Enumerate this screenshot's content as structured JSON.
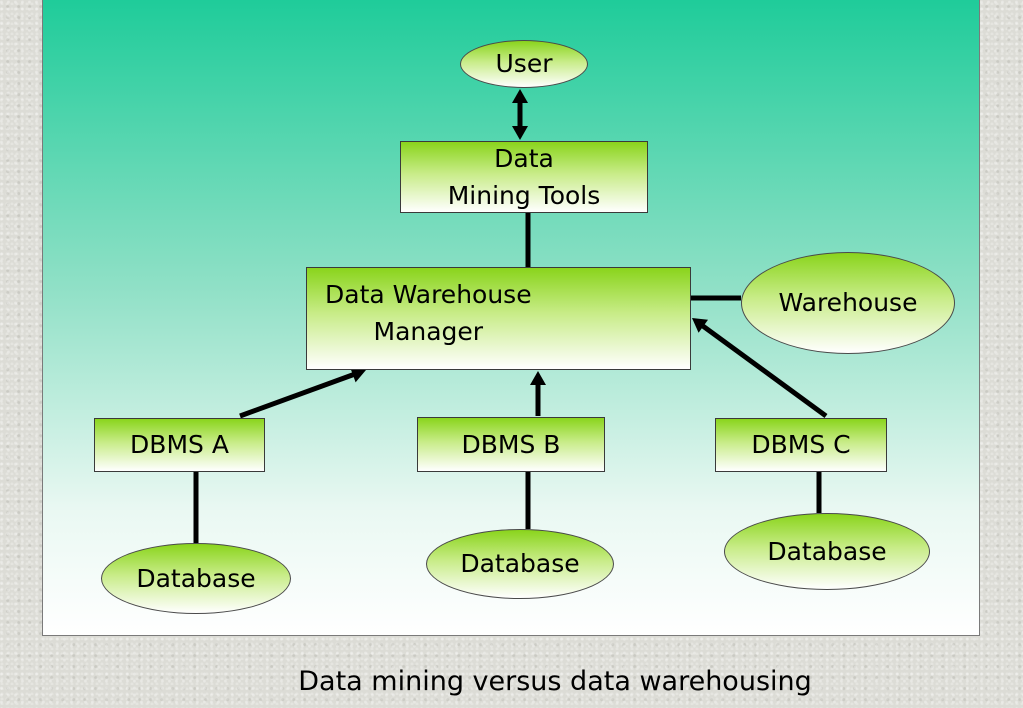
{
  "diagram": {
    "nodes": {
      "user": "User",
      "mining_tools": [
        "Data",
        "Mining Tools"
      ],
      "dw_manager": [
        "Data Warehouse",
        "Manager"
      ],
      "warehouse": "Warehouse",
      "dbms_a": "DBMS A",
      "dbms_b": "DBMS B",
      "dbms_c": "DBMS C",
      "database_a": "Database",
      "database_b": "Database",
      "database_c": "Database"
    },
    "edges": [
      {
        "from": "user",
        "to": "mining_tools",
        "arrow": "both"
      },
      {
        "from": "mining_tools",
        "to": "dw_manager",
        "arrow": "none"
      },
      {
        "from": "dw_manager",
        "to": "warehouse",
        "arrow": "none"
      },
      {
        "from": "dbms_a",
        "to": "dw_manager",
        "arrow": "end"
      },
      {
        "from": "dbms_b",
        "to": "dw_manager",
        "arrow": "end"
      },
      {
        "from": "dbms_c",
        "to": "dw_manager",
        "arrow": "end"
      },
      {
        "from": "database_a",
        "to": "dbms_a",
        "arrow": "none"
      },
      {
        "from": "database_b",
        "to": "dbms_b",
        "arrow": "none"
      },
      {
        "from": "database_c",
        "to": "dbms_c",
        "arrow": "none"
      }
    ]
  },
  "caption": "Data mining versus data warehousing"
}
